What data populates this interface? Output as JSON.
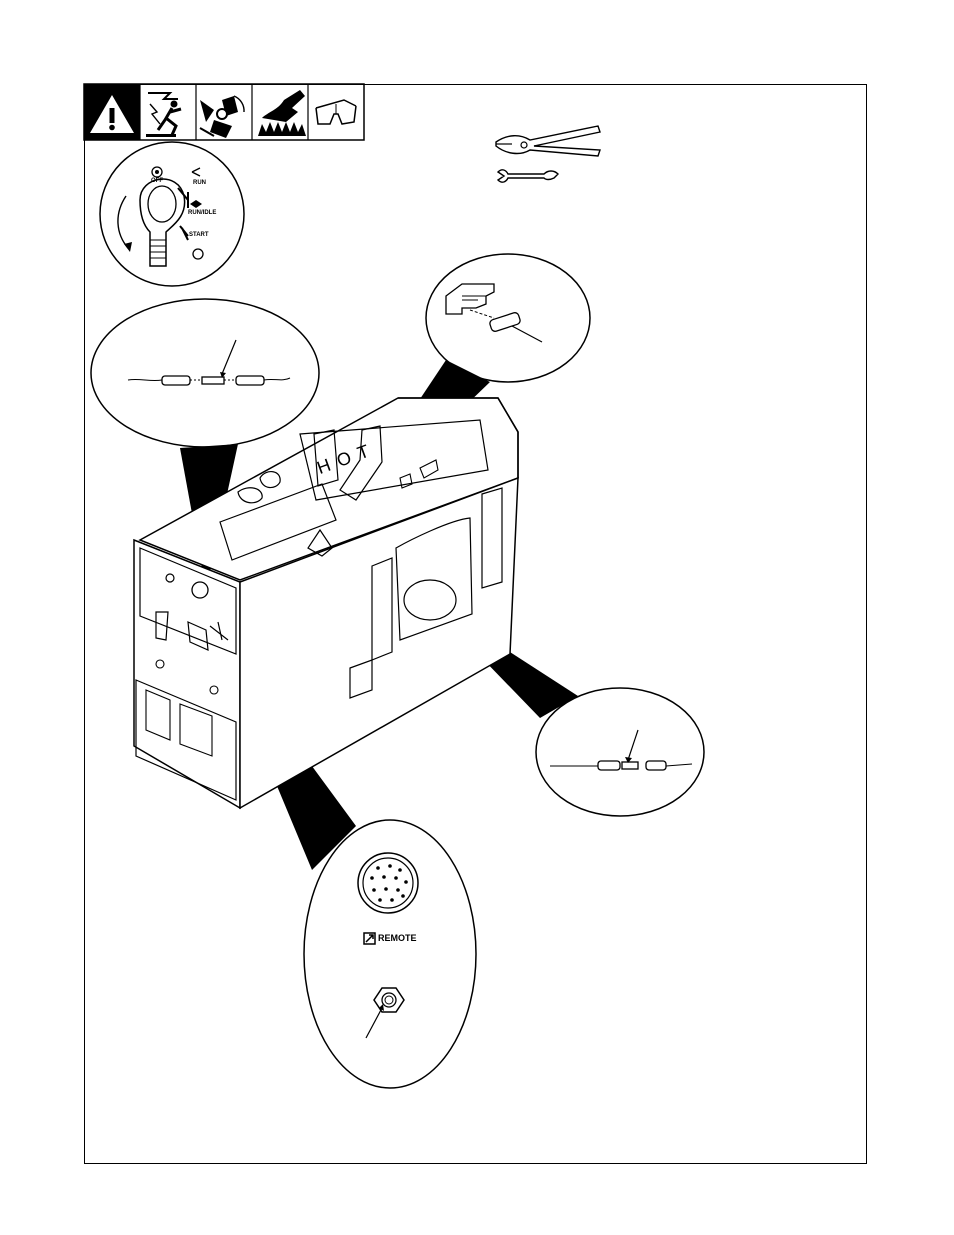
{
  "switch_dial": {
    "off_label": "OFF",
    "run_label": "RUN",
    "run_idle_label": "RUN/IDLE",
    "start_label": "START"
  },
  "remote_panel": {
    "remote_label": "REMOTE"
  },
  "machine": {
    "hot_label": "HOT"
  },
  "icons": [
    "warning-icon",
    "electric-shock-icon",
    "moving-parts-icon",
    "hot-surface-icon",
    "safety-glasses-icon",
    "pliers-icon",
    "wrench-icon"
  ]
}
